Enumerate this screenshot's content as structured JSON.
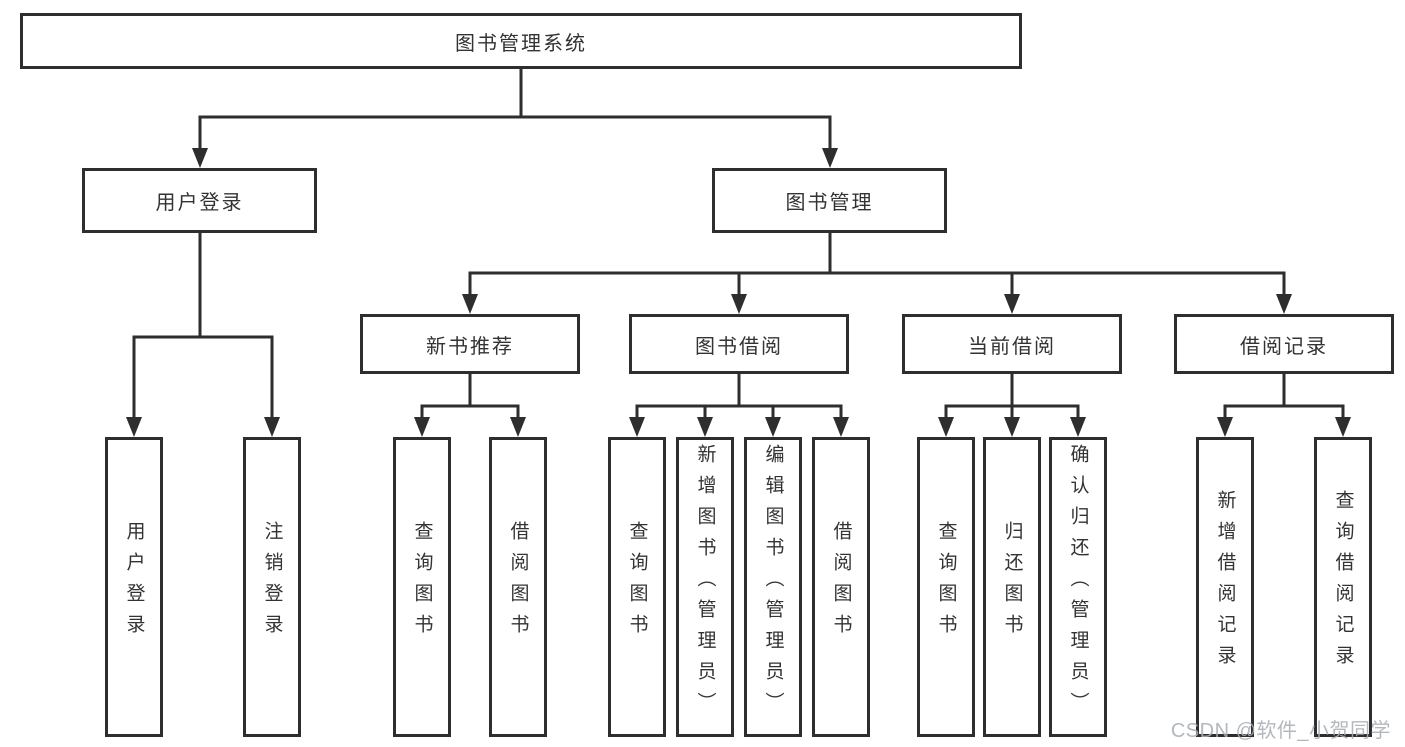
{
  "diagram": {
    "title": "图书管理系统",
    "colors": {
      "line": "#2e2e2e",
      "border": "#2e2e2e",
      "text": "#333333",
      "box_background": "#ffffff",
      "watermark": "#a9aeb6"
    },
    "watermark": "CSDN @软件_小贺同学",
    "nodes": {
      "root": {
        "label": "图书管理系统"
      },
      "user_login": {
        "label": "用户登录"
      },
      "book_mgmt": {
        "label": "图书管理"
      },
      "new_book_rec": {
        "label": "新书推荐"
      },
      "book_borrow": {
        "label": "图书借阅"
      },
      "current_borrow": {
        "label": "当前借阅"
      },
      "borrow_records": {
        "label": "借阅记录"
      },
      "leaf_user_login": {
        "label": "用户登录"
      },
      "leaf_logout": {
        "label": "注销登录"
      },
      "leaf_query_books_rec": {
        "label": "查询图书"
      },
      "leaf_borrow_books_rec": {
        "label": "借阅图书"
      },
      "leaf_query_books_bor": {
        "label": "查询图书"
      },
      "leaf_add_books": {
        "label": "新增图书（管理员）"
      },
      "leaf_edit_books": {
        "label": "编辑图书（管理员）"
      },
      "leaf_borrow_books_bor": {
        "label": "借阅图书"
      },
      "leaf_query_books_cur": {
        "label": "查询图书"
      },
      "leaf_return_books": {
        "label": "归还图书"
      },
      "leaf_confirm_return": {
        "label": "确认归还（管理员）"
      },
      "leaf_add_borrow_record": {
        "label": "新增借阅记录"
      },
      "leaf_query_borrow_record": {
        "label": "查询借阅记录"
      }
    }
  }
}
